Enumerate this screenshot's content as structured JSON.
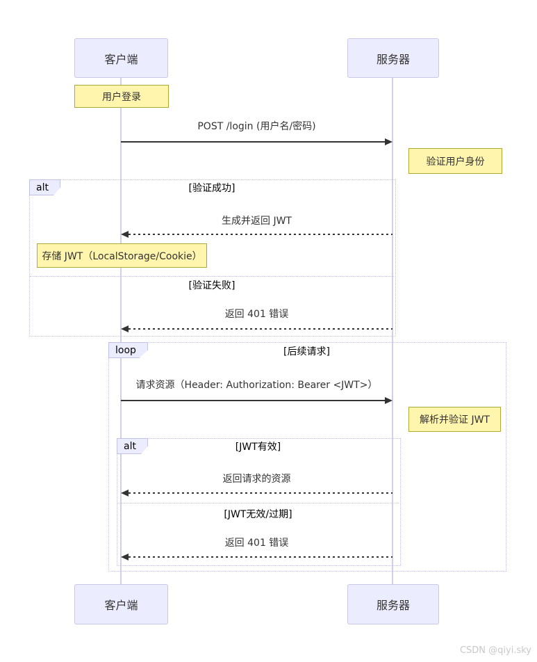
{
  "actors": [
    {
      "name": "客户端"
    },
    {
      "name": "服务器"
    }
  ],
  "notes": [
    {
      "text": "用户登录",
      "position": "over 客户端"
    },
    {
      "text": "验证用户身份",
      "position": "right of 服务器"
    },
    {
      "text": "存储 JWT（LocalStorage/Cookie）",
      "position": "over 客户端"
    },
    {
      "text": "解析并验证 JWT",
      "position": "right of 服务器"
    }
  ],
  "messages": [
    {
      "text": "POST /login (用户名/密码)",
      "from": "客户端",
      "to": "服务器",
      "line": "solid"
    },
    {
      "text": "生成并返回 JWT",
      "from": "服务器",
      "to": "客户端",
      "line": "dashed"
    },
    {
      "text": "返回 401 错误",
      "from": "服务器",
      "to": "客户端",
      "line": "dashed"
    },
    {
      "text": "请求资源（Header: Authorization: Bearer <JWT>）",
      "from": "客户端",
      "to": "服务器",
      "line": "solid"
    },
    {
      "text": "返回请求的资源",
      "from": "服务器",
      "to": "客户端",
      "line": "dashed"
    },
    {
      "text": "返回 401 错误",
      "from": "服务器",
      "to": "客户端",
      "line": "dashed"
    }
  ],
  "frames": [
    {
      "kind": "alt",
      "label": "alt",
      "sections": [
        "[验证成功]",
        "[验证失败]"
      ]
    },
    {
      "kind": "loop",
      "label": "loop",
      "sections": [
        "[后续请求]"
      ]
    },
    {
      "kind": "alt",
      "label": "alt",
      "sections": [
        "[JWT有效]",
        "[JWT无效/过期]"
      ]
    }
  ],
  "watermark": "CSDN @qiyi.sky",
  "colors": {
    "actor_fill": "#ECECFF",
    "actor_border": "#c8c8e8",
    "note_fill": "#fff5ad",
    "note_border": "#aaaa33",
    "frame_border": "#c0c0e8",
    "label_fill": "#ECECFF",
    "arrow": "#333333",
    "lifeline": "#d0d0e8",
    "watermark": "#c9c9c9"
  }
}
